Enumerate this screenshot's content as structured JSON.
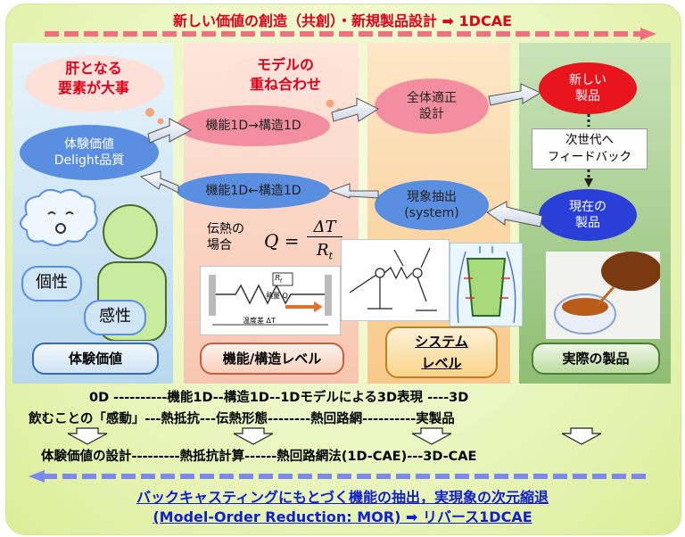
{
  "title": "新しい価値の創造（共創）・新規製品設計 ➡ 1DCAE",
  "bubbles": {
    "left": "肝となる\n要素が大事",
    "mid": "モデルの\n重ね合わせ"
  },
  "columns": {
    "c1_label": "体験価値",
    "c2_label": "機能/構造レベル",
    "c3_label": "システム\nレベル",
    "c4_label": "実際の製品"
  },
  "nodes": {
    "experience": "体験価値\nDelight品質",
    "func_struct_fwd": "機能1D→構造1D",
    "func_struct_back": "機能1D←構造1D",
    "global_opt": "全体適正\n設計",
    "new_product": "新しい\n製品",
    "feedback": "次世代へ\nフィードバック",
    "current_product": "現在の\n製品",
    "phenomena": "現象抽出\n(system)",
    "individuality": "個性",
    "sensibility": "感性"
  },
  "heat": {
    "case_label": "伝熱の\n場合",
    "formula_lhs": "Q =",
    "formula_num": "ΔT",
    "formula_den": "R",
    "formula_den_sub": "t",
    "diagram_r": "R",
    "diagram_r_sub": "t",
    "diagram_flow": "熱量 Q",
    "diagram_temp": "温度差 ΔT"
  },
  "rows": {
    "row1": "0D ----------機能1D--構造1D--1Dモデルによる3D表現 ----3D",
    "row2": "飲むことの「感動」---熱抵抗---伝熱形態--------熱回路網----------実製品",
    "row3": "体験価値の設計---------熱抵抗計算------熱回路網法(1D-CAE)---3D-CAE"
  },
  "bottom": {
    "line1": "バックキャスティングにもとづく機能の抽出，実現象の次元縮退",
    "line2": "(Model-Order Reduction: MOR) ➡ リバース1DCAE"
  },
  "colors": {
    "title_red": "#e0001a",
    "bottom_blue": "#1020d0",
    "pink_node": "#f38ea0",
    "blue_node": "#5a8ee0",
    "red_node": "#e8161c",
    "dark_blue_node": "#2a3fd8"
  }
}
